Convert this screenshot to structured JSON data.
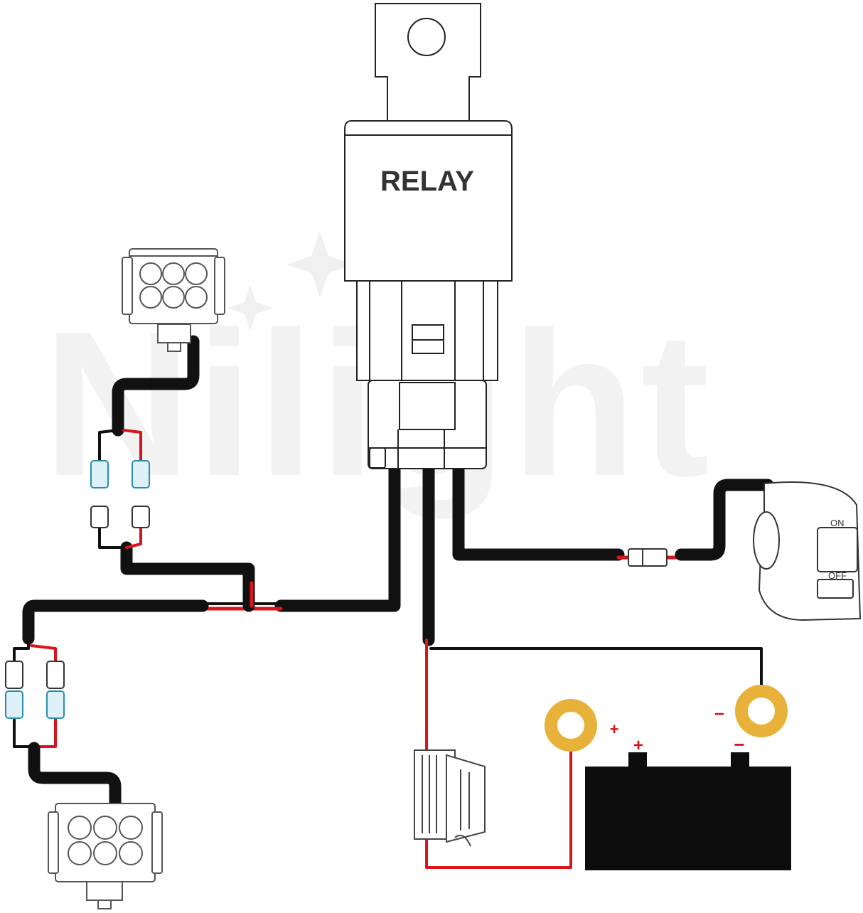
{
  "watermark": "Nilight",
  "relay": {
    "label": "RELAY"
  },
  "switch": {
    "on_label": "ON",
    "off_label": "OFF"
  },
  "battery": {
    "terminal_positive": "+",
    "terminal_negative": "−",
    "ring_positive": "+",
    "ring_negative": "−"
  },
  "colors": {
    "wire_black": "#111111",
    "wire_red": "#d9141c",
    "ring_terminal": "#e8b23a",
    "connector_blue": "#9fd3e6",
    "battery": "#0d0d0d"
  }
}
